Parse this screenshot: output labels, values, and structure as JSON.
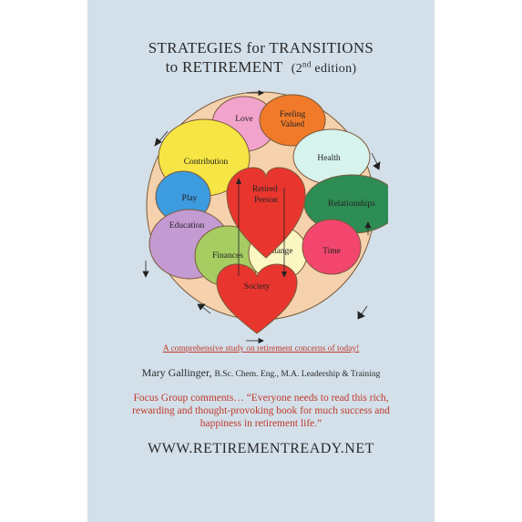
{
  "cover": {
    "title_line1": "STRATEGIES for TRANSITIONS",
    "title_line2_main": "to RETIREMENT",
    "title_edition_pre": "(2",
    "title_edition_sup": "nd",
    "title_edition_post": " edition)",
    "tagline": "A comprehensive study on retirement concerns of today!",
    "author_name": "Mary Gallinger,",
    "author_credentials": "B.Sc. Chem. Eng., M.A. Leadership & Training",
    "focus_group_comments": "Focus Group comments… “Everyone needs to read this rich, rewarding and thought-provoking book for much success and happiness in retirement life.”",
    "website": "WWW.RETIREMENTREADY.NET"
  },
  "diagram": {
    "center_heart": "Retired\nPerson",
    "bottom_heart": "Society",
    "circles": [
      {
        "key": "love",
        "label": "Love",
        "color": "#f2a3cc"
      },
      {
        "key": "feeling_valued",
        "label": "Feeling\nValued",
        "color": "#f07a2a"
      },
      {
        "key": "contribution",
        "label": "Contribution",
        "color": "#f6e544"
      },
      {
        "key": "health",
        "label": "Health",
        "color": "#d6f3ee"
      },
      {
        "key": "play",
        "label": "Play",
        "color": "#3d9be0"
      },
      {
        "key": "relationships",
        "label": "Relationships",
        "color": "#2e8c55"
      },
      {
        "key": "education",
        "label": "Education",
        "color": "#c39ad2"
      },
      {
        "key": "finances",
        "label": "Finances",
        "color": "#a6cc62"
      },
      {
        "key": "change",
        "label": "Change",
        "color": "#fbf7c2"
      },
      {
        "key": "time",
        "label": "Time",
        "color": "#f2466e"
      }
    ],
    "colors": {
      "outer_disc": "#f5d2ad",
      "heart": "#e8362e",
      "outline": "#7a5a3a"
    }
  }
}
